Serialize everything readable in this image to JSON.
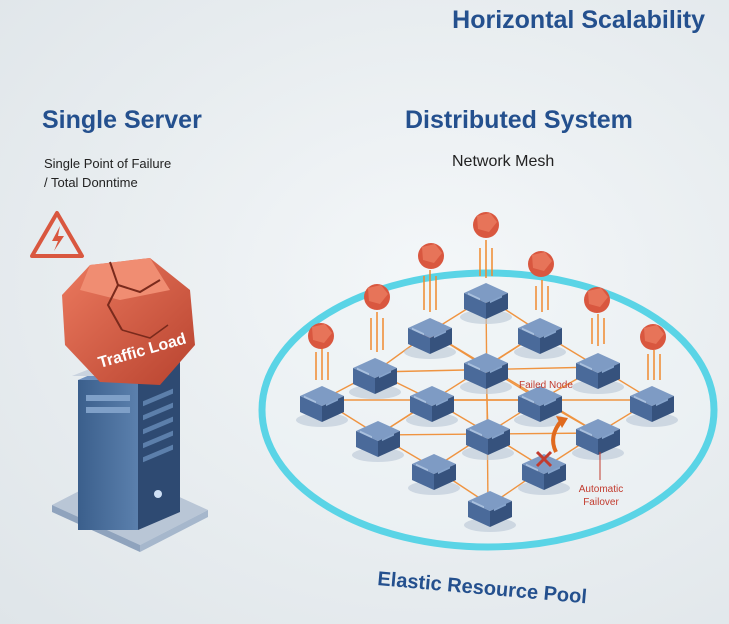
{
  "title": "Horizontal Scalability",
  "left": {
    "heading": "Single Server",
    "subtitle_line1": "Single Point of Failure",
    "subtitle_line2": "/ Total Donntime",
    "load_label": "Traffic Load",
    "warning_icon": "high-voltage-warning-icon"
  },
  "right": {
    "heading": "Distributed System",
    "subtitle": "Network Mesh",
    "failed_node_label": "Failed Node",
    "failover_line1": "Automatic",
    "failover_line2": "Failover",
    "pool_label": "Elastic Resource Pool"
  },
  "colors": {
    "heading": "#24508e",
    "load": "#d9573f",
    "node": "#4a6a9a",
    "mesh_link": "#f08a2e",
    "pool_ring": "#5ad4e6",
    "failure": "#c23b2e"
  }
}
